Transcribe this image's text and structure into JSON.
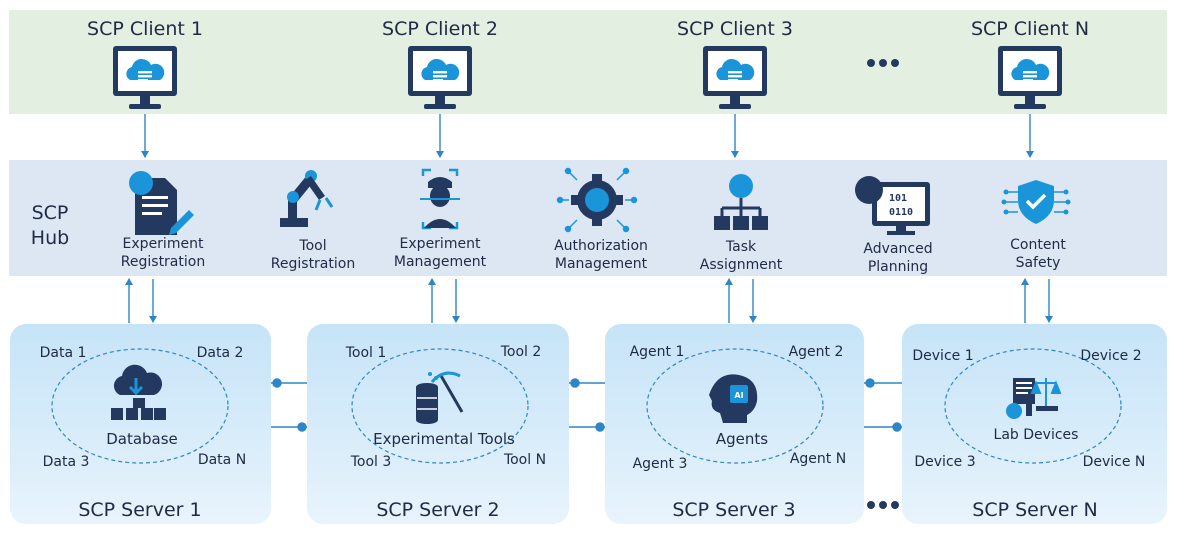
{
  "clients": [
    {
      "title": "SCP Client 1"
    },
    {
      "title": "SCP Client 2"
    },
    {
      "title": "SCP Client 3"
    },
    {
      "title": "SCP Client N"
    }
  ],
  "hub": {
    "title_line1": "SCP",
    "title_line2": "Hub",
    "modules": [
      {
        "line1": "Experiment",
        "line2": "Registration",
        "icon": "document-edit-icon"
      },
      {
        "line1": "Tool",
        "line2": "Registration",
        "icon": "robot-arm-icon"
      },
      {
        "line1": "Experiment",
        "line2": "Management",
        "icon": "scientist-scan-icon"
      },
      {
        "line1": "Authorization",
        "line2": "Management",
        "icon": "gear-network-icon"
      },
      {
        "line1": "Task",
        "line2": "Assignment",
        "icon": "hierarchy-icon"
      },
      {
        "line1": "Advanced",
        "line2": "Planning",
        "icon": "binary-monitor-icon"
      },
      {
        "line1": "Content",
        "line2": "Safety",
        "icon": "shield-check-icon"
      }
    ]
  },
  "servers": [
    {
      "title": "SCP Server 1",
      "center": "Database",
      "corners": [
        "Data 1",
        "Data 2",
        "Data 3",
        "Data N"
      ],
      "icon": "database-icon"
    },
    {
      "title": "SCP Server 2",
      "center": "Experimental Tools",
      "corners": [
        "Tool 1",
        "Tool 2",
        "Tool 3",
        "Tool N"
      ],
      "icon": "tools-icon"
    },
    {
      "title": "SCP Server 3",
      "center": "Agents",
      "corners": [
        "Agent 1",
        "Agent 2",
        "Agent 3",
        "Agent N"
      ],
      "icon": "ai-head-icon"
    },
    {
      "title": "SCP Server N",
      "center": "Lab Devices",
      "corners": [
        "Device 1",
        "Device 2",
        "Device 3",
        "Device N"
      ],
      "icon": "lab-devices-icon"
    }
  ],
  "colors": {
    "client_band": "#e2efe1",
    "hub_band": "#dde7f4",
    "icon_blue": "#1a95d9",
    "icon_navy": "#24395f",
    "arrow": "#2d86c8",
    "server_fill": "#d6ebfa"
  }
}
